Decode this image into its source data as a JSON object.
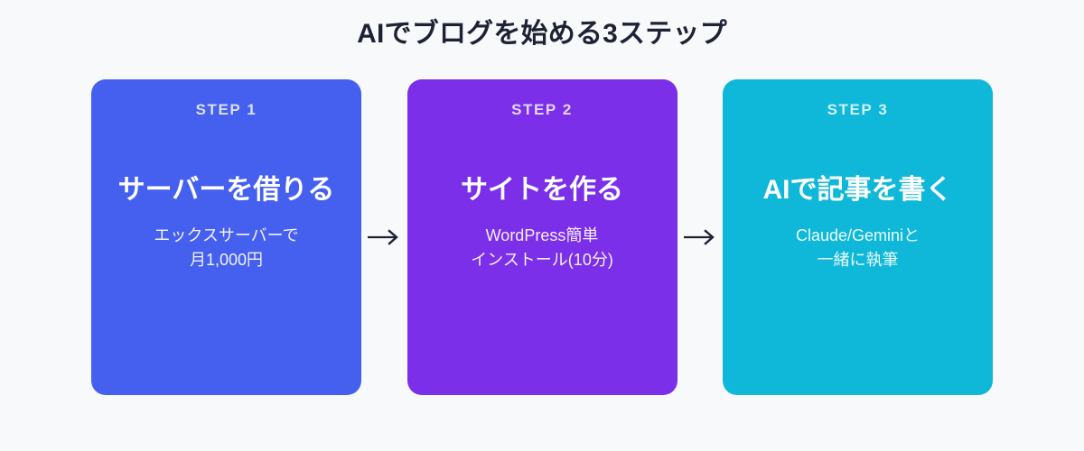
{
  "page": {
    "title": "AIでブログを始める3ステップ",
    "background_color": "#f8f9fb",
    "title_color": "#1e2235"
  },
  "flow": {
    "arrow_glyph": "arrow-right",
    "arrow_color": "#1e2235",
    "steps": [
      {
        "label": "STEP 1",
        "title": "サーバーを借りる",
        "desc_line1": "エックスサーバーで",
        "desc_line2": "月1,000円",
        "color": "#4560ee"
      },
      {
        "label": "STEP 2",
        "title": "サイトを作る",
        "desc_line1": "WordPress簡単",
        "desc_line2": "インストール(10分)",
        "color": "#7b2fe8"
      },
      {
        "label": "STEP 3",
        "title": "AIで記事を書く",
        "desc_line1": "Claude/Geminiと",
        "desc_line2": "一緒に執筆",
        "color": "#0fb8d8"
      }
    ]
  }
}
